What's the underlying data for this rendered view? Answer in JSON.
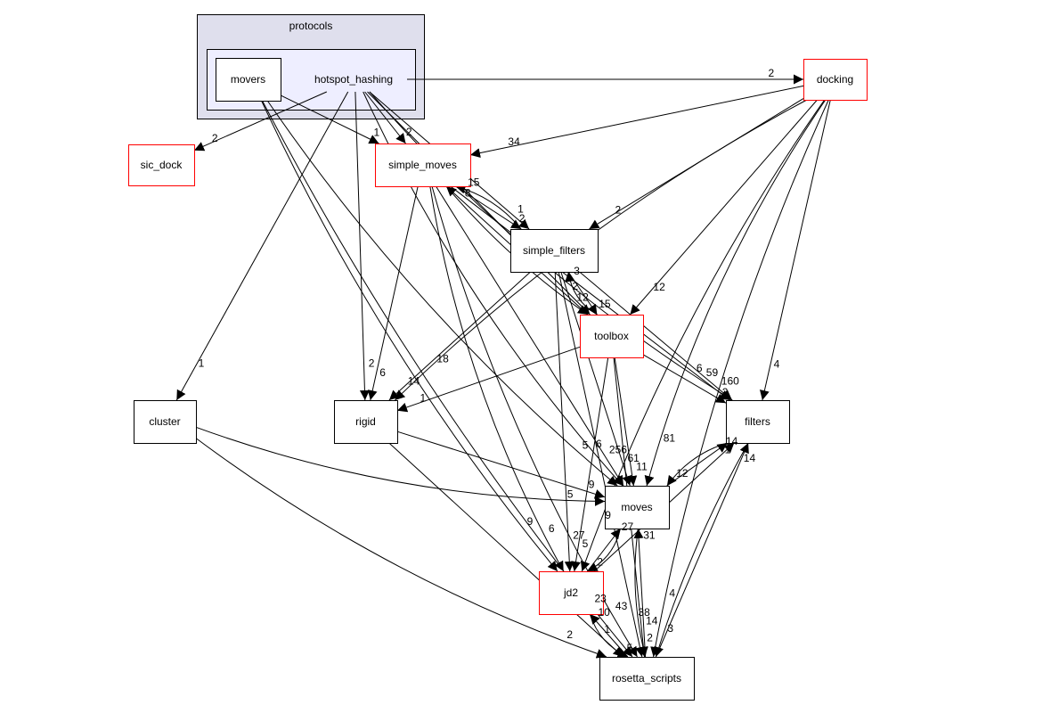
{
  "graph": {
    "outer_cluster": {
      "label": "protocols"
    },
    "inner_cluster": {
      "label": "hotspot_hashing"
    },
    "colors": {
      "outer_cluster_fill": "#dfdfed",
      "inner_cluster_fill": "#eeeeff",
      "cluster_stroke": "#000000",
      "node_fill": "#ffffff",
      "node_stroke_default": "#000000",
      "node_stroke_incomplete": "#ff0000",
      "edge": "#000000"
    },
    "nodes": [
      {
        "id": "movers",
        "label": "movers",
        "style": "default"
      },
      {
        "id": "docking",
        "label": "docking",
        "style": "incomplete"
      },
      {
        "id": "sic_dock",
        "label": "sic_dock",
        "style": "incomplete"
      },
      {
        "id": "simple_moves",
        "label": "simple_moves",
        "style": "incomplete"
      },
      {
        "id": "simple_filters",
        "label": "simple_filters",
        "style": "default"
      },
      {
        "id": "toolbox",
        "label": "toolbox",
        "style": "incomplete"
      },
      {
        "id": "cluster",
        "label": "cluster",
        "style": "default"
      },
      {
        "id": "rigid",
        "label": "rigid",
        "style": "default"
      },
      {
        "id": "filters",
        "label": "filters",
        "style": "default"
      },
      {
        "id": "moves",
        "label": "moves",
        "style": "default"
      },
      {
        "id": "jd2",
        "label": "jd2",
        "style": "incomplete"
      },
      {
        "id": "rosetta_scripts",
        "label": "rosetta_scripts",
        "style": "default"
      }
    ],
    "edges": [
      {
        "from": "hotspot_hashing",
        "to": "docking",
        "label": "2"
      },
      {
        "from": "hotspot_hashing",
        "to": "sic_dock",
        "label": "2"
      },
      {
        "from": "hotspot_hashing",
        "to": "simple_moves",
        "label": "2"
      },
      {
        "from": "movers",
        "to": "simple_moves",
        "label": "1"
      },
      {
        "from": "docking",
        "to": "simple_moves",
        "label": "34"
      },
      {
        "from": "hotspot_hashing",
        "to": "simple_filters",
        "label": "1"
      },
      {
        "from": "simple_moves",
        "to": "simple_filters",
        "label": "2"
      },
      {
        "from": "simple_filters",
        "to": "simple_moves",
        "label": "15"
      },
      {
        "from": "toolbox",
        "to": "simple_moves",
        "label": "8"
      },
      {
        "from": "docking",
        "to": "simple_filters",
        "label": "2"
      },
      {
        "from": "simple_moves",
        "to": "toolbox",
        "label": "12"
      },
      {
        "from": "simple_filters",
        "to": "toolbox",
        "label": "15"
      },
      {
        "from": "toolbox",
        "to": "simple_filters",
        "label": "3"
      },
      {
        "from": "hotspot_hashing",
        "to": "toolbox",
        "label": "2"
      },
      {
        "from": "docking",
        "to": "toolbox",
        "label": "12"
      },
      {
        "from": "hotspot_hashing",
        "to": "cluster",
        "label": "1"
      },
      {
        "from": "hotspot_hashing",
        "to": "rigid",
        "label": "2"
      },
      {
        "from": "docking",
        "to": "rigid",
        "label": "18"
      },
      {
        "from": "simple_moves",
        "to": "rigid",
        "label": "6"
      },
      {
        "from": "simple_filters",
        "to": "rigid",
        "label": "14"
      },
      {
        "from": "toolbox",
        "to": "rigid",
        "label": "1"
      },
      {
        "from": "toolbox",
        "to": "filters",
        "label": "2"
      },
      {
        "from": "simple_filters",
        "to": "filters",
        "label": "160"
      },
      {
        "from": "simple_moves",
        "to": "filters",
        "label": "59"
      },
      {
        "from": "hotspot_hashing",
        "to": "filters",
        "label": "6"
      },
      {
        "from": "docking",
        "to": "filters",
        "label": "4"
      },
      {
        "from": "moves",
        "to": "filters",
        "label": "14"
      },
      {
        "from": "jd2",
        "to": "filters",
        "label": "1"
      },
      {
        "from": "rosetta_scripts",
        "to": "filters",
        "label": "14"
      },
      {
        "from": "simple_moves",
        "to": "moves",
        "label": "256"
      },
      {
        "from": "simple_filters",
        "to": "moves",
        "label": "61"
      },
      {
        "from": "toolbox",
        "to": "moves",
        "label": "11"
      },
      {
        "from": "hotspot_hashing",
        "to": "moves",
        "label": "6"
      },
      {
        "from": "filters",
        "to": "moves",
        "label": "12"
      },
      {
        "from": "docking",
        "to": "moves",
        "label": "81"
      },
      {
        "from": "rigid",
        "to": "moves",
        "label": "9"
      },
      {
        "from": "movers",
        "to": "moves",
        "label": "5"
      },
      {
        "from": "cluster",
        "to": "moves",
        "label": "5"
      },
      {
        "from": "jd2",
        "to": "moves",
        "label": "27"
      },
      {
        "from": "rosetta_scripts",
        "to": "moves",
        "label": "31"
      },
      {
        "from": "simple_filters",
        "to": "jd2",
        "label": "27"
      },
      {
        "from": "toolbox",
        "to": "jd2",
        "label": "5"
      },
      {
        "from": "moves",
        "to": "jd2",
        "label": "2"
      },
      {
        "from": "docking",
        "to": "jd2",
        "label": "9"
      },
      {
        "from": "movers",
        "to": "jd2",
        "label": "9"
      },
      {
        "from": "simple_moves",
        "to": "jd2",
        "label": "6"
      },
      {
        "from": "rosetta_scripts",
        "to": "jd2",
        "label": "10"
      },
      {
        "from": "jd2",
        "to": "rosetta_scripts",
        "label": "5"
      },
      {
        "from": "moves",
        "to": "rosetta_scripts",
        "label": "2"
      },
      {
        "from": "filters",
        "to": "rosetta_scripts",
        "label": "3"
      },
      {
        "from": "toolbox",
        "to": "rosetta_scripts",
        "label": "14"
      },
      {
        "from": "simple_filters",
        "to": "rosetta_scripts",
        "label": "38"
      },
      {
        "from": "docking",
        "to": "rosetta_scripts",
        "label": "4"
      },
      {
        "from": "rigid",
        "to": "rosetta_scripts",
        "label": "1"
      },
      {
        "from": "cluster",
        "to": "rosetta_scripts",
        "label": "2"
      },
      {
        "from": "simple_moves",
        "to": "rosetta_scripts",
        "label": "43"
      },
      {
        "from": "movers",
        "to": "rosetta_scripts",
        "label": "23"
      }
    ]
  }
}
